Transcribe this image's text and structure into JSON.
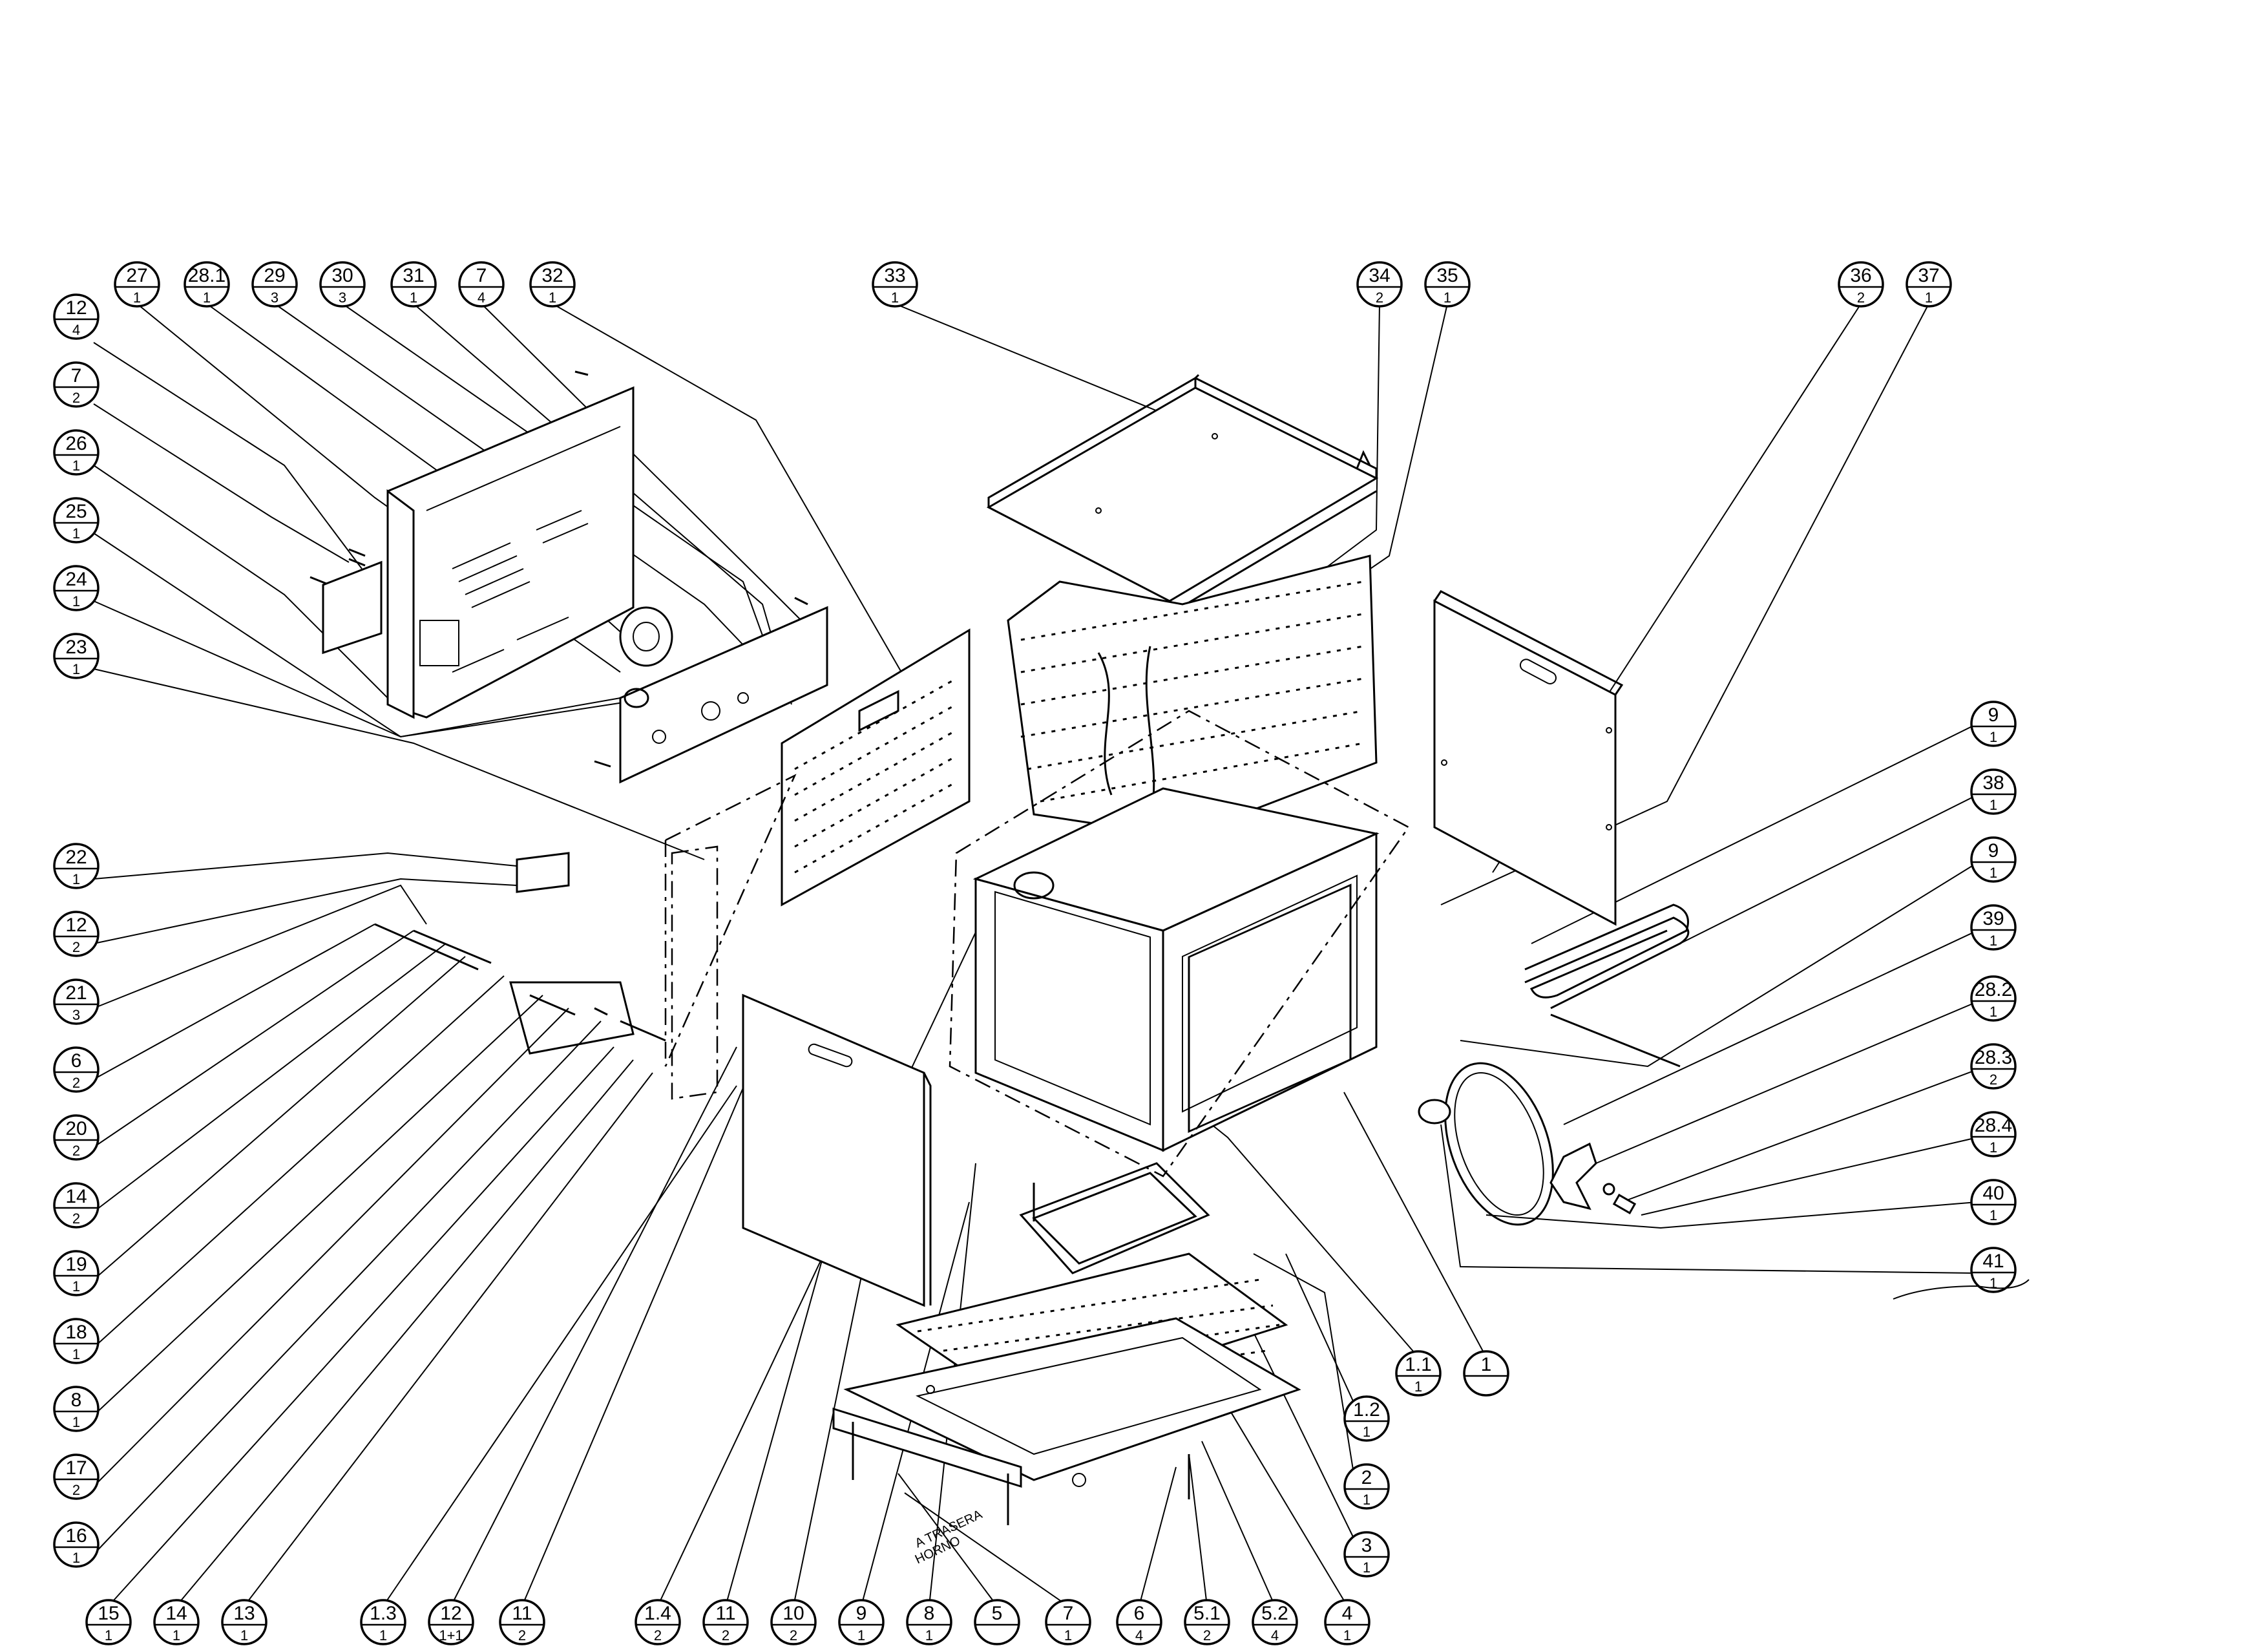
{
  "balloons": [
    {
      "id": "27",
      "label": "27",
      "qty": "1"
    },
    {
      "id": "28-1",
      "label": "28.1",
      "qty": "1"
    },
    {
      "id": "29",
      "label": "29",
      "qty": "3"
    },
    {
      "id": "30",
      "label": "30",
      "qty": "3"
    },
    {
      "id": "31",
      "label": "31",
      "qty": "1"
    },
    {
      "id": "7-top",
      "label": "7",
      "qty": "4"
    },
    {
      "id": "32",
      "label": "32",
      "qty": "1"
    },
    {
      "id": "33",
      "label": "33",
      "qty": "1"
    },
    {
      "id": "34",
      "label": "34",
      "qty": "2"
    },
    {
      "id": "35",
      "label": "35",
      "qty": "1"
    },
    {
      "id": "36",
      "label": "36",
      "qty": "2"
    },
    {
      "id": "37",
      "label": "37",
      "qty": "1"
    },
    {
      "id": "12-left-top",
      "label": "12",
      "qty": "4"
    },
    {
      "id": "7-left",
      "label": "7",
      "qty": "2"
    },
    {
      "id": "26",
      "label": "26",
      "qty": "1"
    },
    {
      "id": "25",
      "label": "25",
      "qty": "1"
    },
    {
      "id": "24",
      "label": "24",
      "qty": "1"
    },
    {
      "id": "23",
      "label": "23",
      "qty": "1"
    },
    {
      "id": "22",
      "label": "22",
      "qty": "1"
    },
    {
      "id": "12-left",
      "label": "12",
      "qty": "2"
    },
    {
      "id": "21",
      "label": "21",
      "qty": "3"
    },
    {
      "id": "6-left",
      "label": "6",
      "qty": "2"
    },
    {
      "id": "20",
      "label": "20",
      "qty": "2"
    },
    {
      "id": "14-left",
      "label": "14",
      "qty": "2"
    },
    {
      "id": "19",
      "label": "19",
      "qty": "1"
    },
    {
      "id": "18",
      "label": "18",
      "qty": "1"
    },
    {
      "id": "8-left",
      "label": "8",
      "qty": "1"
    },
    {
      "id": "17",
      "label": "17",
      "qty": "2"
    },
    {
      "id": "16",
      "label": "16",
      "qty": "1"
    },
    {
      "id": "15",
      "label": "15",
      "qty": "1"
    },
    {
      "id": "14-bottom",
      "label": "14",
      "qty": "1"
    },
    {
      "id": "13",
      "label": "13",
      "qty": "1"
    },
    {
      "id": "1-3",
      "label": "1.3",
      "qty": "1"
    },
    {
      "id": "12-bottom",
      "label": "12",
      "qty": "1+1"
    },
    {
      "id": "11-bottom-a",
      "label": "11",
      "qty": "2"
    },
    {
      "id": "1-4",
      "label": "1.4",
      "qty": "2"
    },
    {
      "id": "11-bottom-b",
      "label": "11",
      "qty": "2"
    },
    {
      "id": "10",
      "label": "10",
      "qty": "2"
    },
    {
      "id": "9-bottom",
      "label": "9",
      "qty": "1"
    },
    {
      "id": "8-bottom",
      "label": "8",
      "qty": "1"
    },
    {
      "id": "5",
      "label": "5",
      "qty": ""
    },
    {
      "id": "7-bottom",
      "label": "7",
      "qty": "1"
    },
    {
      "id": "6-bottom",
      "label": "6",
      "qty": "4"
    },
    {
      "id": "5-1",
      "label": "5.1",
      "qty": "2"
    },
    {
      "id": "5-2",
      "label": "5.2",
      "qty": "4"
    },
    {
      "id": "4",
      "label": "4",
      "qty": "1"
    },
    {
      "id": "3",
      "label": "3",
      "qty": "1"
    },
    {
      "id": "2",
      "label": "2",
      "qty": "1"
    },
    {
      "id": "1-2",
      "label": "1.2",
      "qty": "1"
    },
    {
      "id": "1-1",
      "label": "1.1",
      "qty": "1"
    },
    {
      "id": "1",
      "label": "1",
      "qty": ""
    },
    {
      "id": "9-right-a",
      "label": "9",
      "qty": "1"
    },
    {
      "id": "38",
      "label": "38",
      "qty": "1"
    },
    {
      "id": "9-right-b",
      "label": "9",
      "qty": "1"
    },
    {
      "id": "39",
      "label": "39",
      "qty": "1"
    },
    {
      "id": "28-2",
      "label": "28.2",
      "qty": "1"
    },
    {
      "id": "28-3",
      "label": "28.3",
      "qty": "2"
    },
    {
      "id": "28-4",
      "label": "28.4",
      "qty": "1"
    },
    {
      "id": "40",
      "label": "40",
      "qty": "1"
    },
    {
      "id": "41",
      "label": "41",
      "qty": "1"
    }
  ],
  "notes": {
    "rear_label_1": "A TRASERA",
    "rear_label_2": "HORNO"
  }
}
